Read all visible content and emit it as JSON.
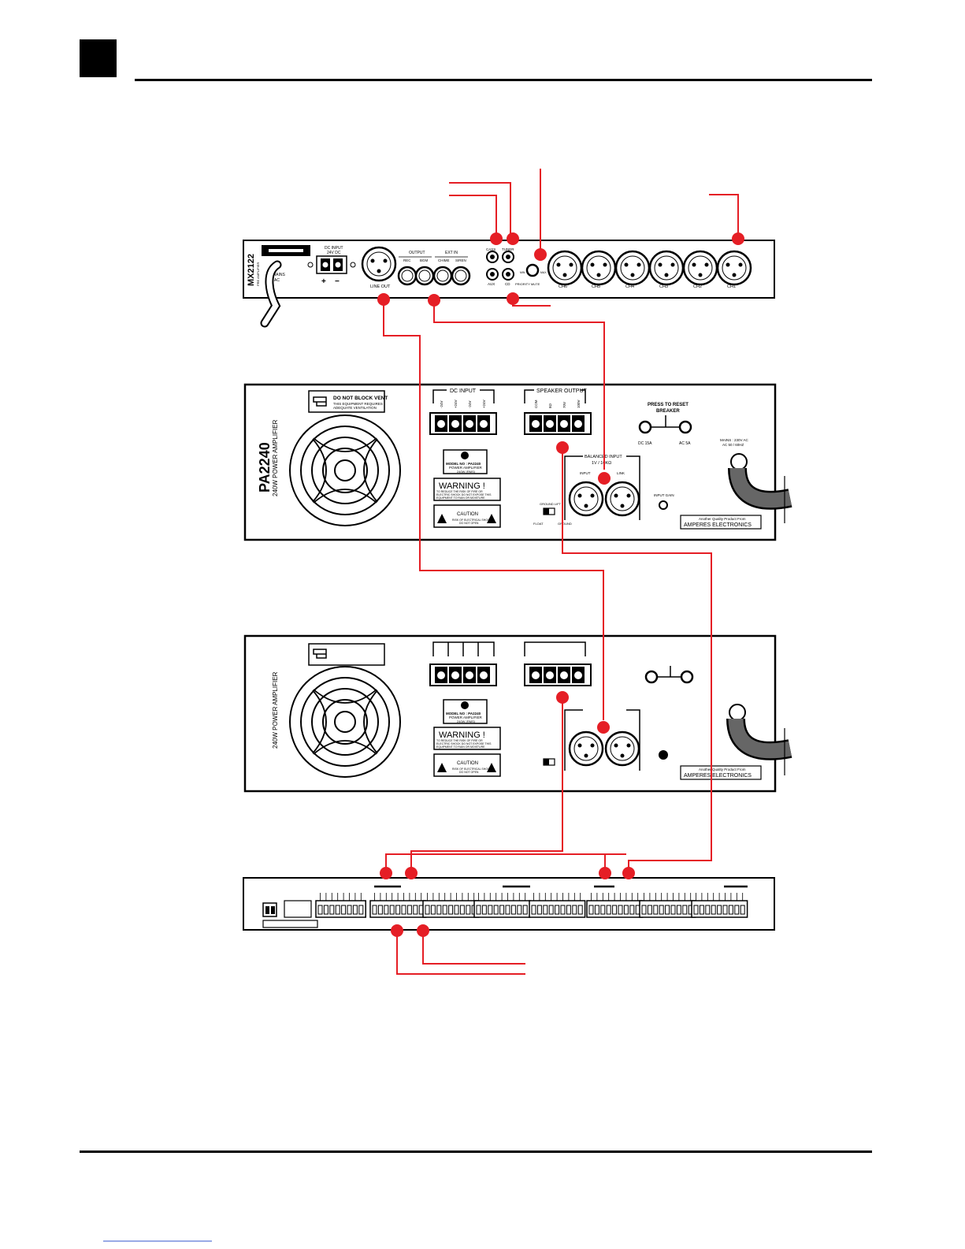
{
  "colors": {
    "wire": "#e51e25",
    "ink": "#000000"
  },
  "mixer": {
    "model": "MX2122",
    "subtitle": "PRE AMPLIFIER",
    "dc_input": "DC INPUT",
    "dc_volt": "24V DC",
    "plus": "+",
    "minus": "−",
    "mains": "MAINS",
    "ac": "AC",
    "line_out": "LINE OUT",
    "output": "OUTPUT",
    "rec": "REC",
    "bgm": "BGM",
    "ext_in": "EXT IN",
    "chime": "CHIME",
    "siren": "SIREN",
    "cassette": "CASS",
    "tuner": "TUNER",
    "aux": "AUX",
    "cd": "CD",
    "min": "MIN",
    "max": "MAX",
    "priority_mute": "PRIORITY MUTE",
    "channels": [
      "CH6",
      "CH5",
      "CH4",
      "CH3",
      "CH2",
      "CH1"
    ]
  },
  "amplifier1": {
    "model": "PA2240",
    "subtitle": "240W POWER AMPLIFIER",
    "do_not_block": "DO NOT BLOCK VENT",
    "vent_note_1": "THIS EQUIPMENT REQUIRES",
    "vent_note_2": "ADEQUATE VENTILATION",
    "dc_input": "DC INPUT",
    "dc_terms": [
      "-24V",
      "+24V",
      "-24V",
      "+24V"
    ],
    "speaker_output": "SPEAKER OUTPUT",
    "spk_terms": [
      "COM",
      "8Ω",
      "70V",
      "100V"
    ],
    "press_reset": "PRESS TO RESET",
    "breaker": "BREAKER",
    "dc_fuse": "DC 15A",
    "ac_fuse": "AC 5A",
    "mains": "MAINS : 230V AC",
    "mains2": "AC 50 / 60HZ",
    "model_no": "MODEL NO : PA2240",
    "power_amp": "POWER AMPLIFIER",
    "rms": "240W (RMS)",
    "warning": "WARNING !",
    "warn_text_1": "TO REDUCE THE RISK OF FIRE OR",
    "warn_text_2": "ELECTRIC SHOCK DO NOT EXPOSE THIS",
    "warn_text_3": "EQUIPMENT TO RAIN OR MOISTURE.",
    "caution": "CAUTION",
    "caution_text_1": "RISK OF ELECTRICAL SHOCK",
    "caution_text_2": "DO NOT OPEN",
    "balanced_input": "BALANCED INPUT",
    "impedance": "1V / 10KΩ",
    "input": "INPUT",
    "link": "LINK",
    "input_gain": "INPUT GAIN",
    "ground_lift": "GROUND LIFT",
    "float": "FLOAT",
    "ground": "GROUND",
    "brand_1": "Another Quality Product From",
    "brand_2": "AMPERES ELECTRONICS"
  },
  "amplifier2": {
    "subtitle": "240W POWER AMPLIFIER",
    "model_no": "MODEL NO : PA2240",
    "power_amp": "POWER AMPLIFIER",
    "rms": "240W (RMS)",
    "warning": "WARNING !",
    "warn_text_1": "TO REDUCE THE RISK OF FIRE OR",
    "warn_text_2": "ELECTRIC SHOCK DO NOT EXPOSE THIS",
    "warn_text_3": "EQUIPMENT TO RAIN OR MOISTURE.",
    "caution": "CAUTION",
    "caution_text_1": "RISK OF ELECTRICAL SHOCK",
    "caution_text_2": "DO NOT OPEN",
    "brand_1": "Another Quality Product From",
    "brand_2": "AMPERES ELECTRONICS"
  }
}
